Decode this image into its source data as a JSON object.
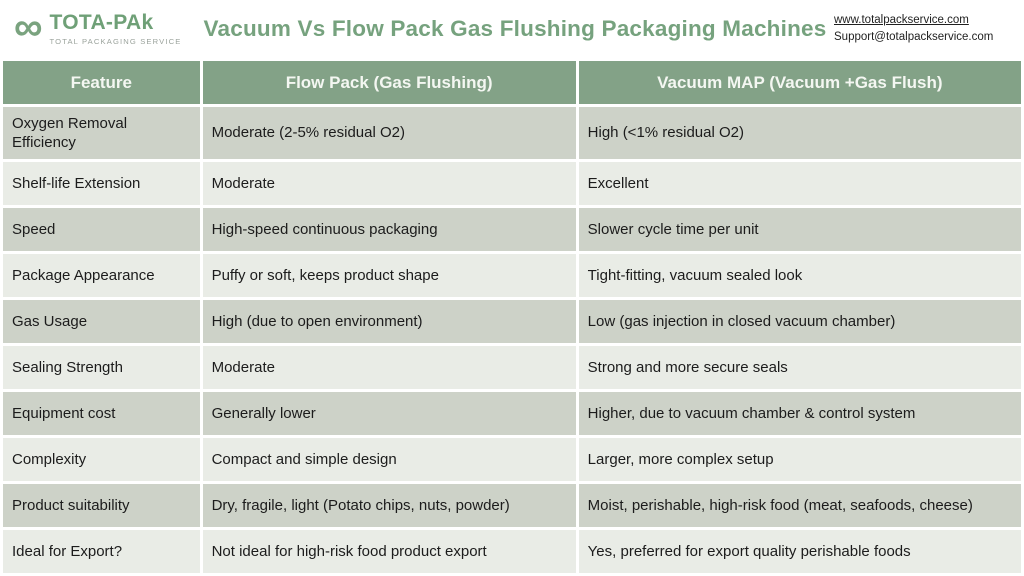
{
  "header": {
    "brand": {
      "logo_icon": "infinity-icon",
      "name": "TOTA-PAk",
      "tagline": "TOTAL PACKAGING SERVICE"
    },
    "title": "Vacuum Vs Flow Pack Gas Flushing Packaging Machines",
    "contact": {
      "website": "www.totalpackservice.com",
      "email": "Support@totalpackservice.com"
    }
  },
  "table": {
    "columns": [
      "Feature",
      "Flow Pack (Gas Flushing)",
      "Vacuum MAP (Vacuum +Gas Flush)"
    ],
    "rows": [
      {
        "feature": "Oxygen Removal Efficiency",
        "flow_pack": "Moderate (2-5% residual O2)",
        "vacuum_map": "High (<1% residual O2)"
      },
      {
        "feature": "Shelf-life Extension",
        "flow_pack": "Moderate",
        "vacuum_map": "Excellent"
      },
      {
        "feature": "Speed",
        "flow_pack": "High-speed continuous packaging",
        "vacuum_map": "Slower cycle time per unit"
      },
      {
        "feature": "Package Appearance",
        "flow_pack": "Puffy or soft, keeps product shape",
        "vacuum_map": "Tight-fitting, vacuum sealed look"
      },
      {
        "feature": "Gas Usage",
        "flow_pack": "High (due to open environment)",
        "vacuum_map": "Low (gas injection in closed vacuum chamber)"
      },
      {
        "feature": "Sealing Strength",
        "flow_pack": "Moderate",
        "vacuum_map": "Strong and more secure seals"
      },
      {
        "feature": "Equipment cost",
        "flow_pack": "Generally lower",
        "vacuum_map": "Higher, due to vacuum chamber &  control system"
      },
      {
        "feature": "Complexity",
        "flow_pack": "Compact and simple design",
        "vacuum_map": "Larger, more complex setup"
      },
      {
        "feature": "Product suitability",
        "flow_pack": "Dry, fragile, light (Potato chips, nuts, powder)",
        "vacuum_map": "Moist, perishable, high-risk food (meat,  seafoods, cheese)"
      },
      {
        "feature": "Ideal for Export?",
        "flow_pack": "Not ideal for high-risk food product export",
        "vacuum_map": "Yes, preferred for export quality perishable foods"
      }
    ]
  },
  "colors": {
    "accent_green": "#76a27e",
    "header_row_bg": "#83a287",
    "row_dark": "#cdd2c8",
    "row_light": "#e9ece6",
    "text_dark": "#1c1c1c"
  },
  "icons": {
    "logo_glyph": "∞"
  }
}
